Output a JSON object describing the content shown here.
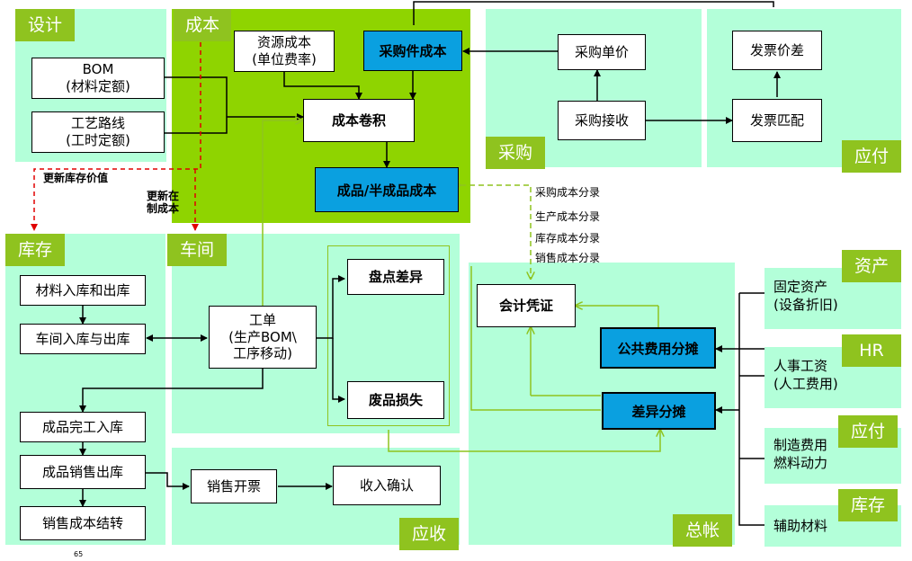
{
  "colors": {
    "zone": "#b3ffd9",
    "cost_zone": "#8fd400",
    "tag": "#8fc31f",
    "blue_box": "#0aa0e0",
    "dashed": "#e00000"
  },
  "tags": {
    "design": "设计",
    "cost": "成本",
    "purchase": "采购",
    "payable_top": "应付",
    "inventory": "库存",
    "workshop": "车间",
    "asset": "资产",
    "hr": "HR",
    "payable_mid": "应付",
    "inventory_right": "库存",
    "ledger": "总帐",
    "receivable": "应收"
  },
  "boxes": {
    "bom": "BOM\n(材料定额)",
    "routing": "工艺路线\n(工时定额)",
    "resource_cost": "资源成本\n(单位费率)",
    "purchased_cost": "采购件成本",
    "cost_rollup": "成本卷积",
    "product_cost": "成品/半成品成本",
    "purchase_price": "采购单价",
    "purchase_receipt": "采购接收",
    "invoice_variance": "发票价差",
    "invoice_match": "发票匹配",
    "material_io": "材料入库和出库",
    "workshop_io": "车间入库与出库",
    "work_order": "工单\n(生产BOM\\\n工序移动)",
    "stocktake_variance": "盘点差异",
    "scrap_loss": "废品损失",
    "voucher": "会计凭证",
    "common_expense": "公共费用分摊",
    "variance_alloc": "差异分摊",
    "fixed_asset": "固定资产\n(设备折旧)",
    "personnel_wage": "人事工资\n(人工费用)",
    "mfg_overhead": "制造费用\n燃料动力",
    "aux_material": "辅助材料",
    "fg_completion": "成品完工入库",
    "fg_sales_out": "成品销售出库",
    "sales_invoice": "销售开票",
    "revenue_recog": "收入确认",
    "cogs_transfer": "销售成本结转"
  },
  "notes": {
    "update_inventory_value": "更新库存价值",
    "update_wip_cost": "更新在\n制成本",
    "entry_purchase": "采购成本分录",
    "entry_production": "生产成本分录",
    "entry_inventory": "库存成本分录",
    "entry_sales": "销售成本分录",
    "page_number": "65"
  }
}
